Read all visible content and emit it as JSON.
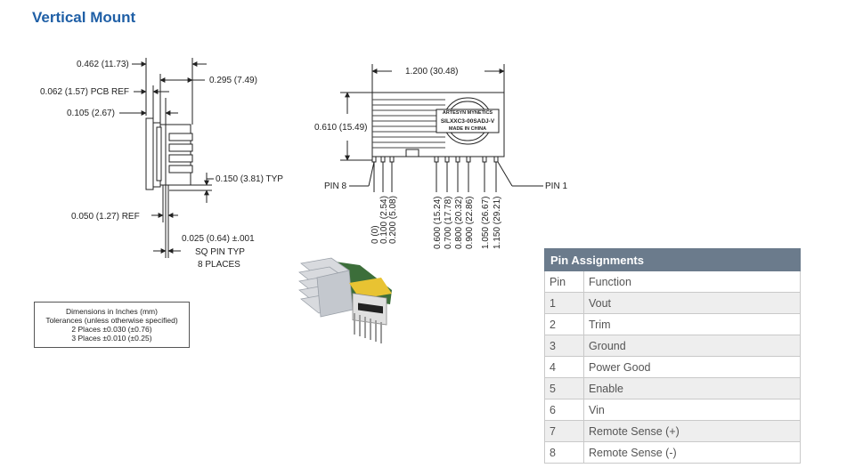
{
  "heading": "Vertical Mount",
  "side_view": {
    "dim_overall": "0.462 (11.73)",
    "dim_pcb_ref": "0.062 (1.57) PCB REF",
    "dim_0105": "0.105 (2.67)",
    "dim_0295": "0.295 (7.49)",
    "dim_0150": "0.150 (3.81) TYP",
    "dim_0050": "0.050 (1.27) REF",
    "pin_note": [
      "0.025 (0.64) ±.001",
      "SQ PIN TYP",
      "8 PLACES"
    ]
  },
  "front_view": {
    "dim_width": "1.200 (30.48)",
    "dim_height": "0.610 (15.49)",
    "pin8_label": "PIN 8",
    "pin1_label": "PIN 1",
    "label_brand": "ARTESYN    MYNETICS",
    "label_model": "SILXXC3-00SADJ-V",
    "label_origin": "MADE IN CHINA",
    "pin_positions": [
      "0 (0)",
      "0.100 (2.54)",
      "0.200 (5.08)",
      "0.600 (15.24)",
      "0.700 (17.78)",
      "0.800 (20.32)",
      "0.900 (22.86)",
      "1.050 (26.67)",
      "1.150 (29.21)"
    ]
  },
  "dimensions_note": [
    "Dimensions in Inches (mm)",
    "Tolerances (unless otherwise specified)",
    "2 Places ±0.030 (±0.76)",
    "3 Places ±0.010 (±0.25)"
  ],
  "pin_table": {
    "title": "Pin Assignments",
    "headers": [
      "Pin",
      "Function"
    ],
    "rows": [
      [
        "1",
        "Vout"
      ],
      [
        "2",
        "Trim"
      ],
      [
        "3",
        "Ground"
      ],
      [
        "4",
        "Power Good"
      ],
      [
        "5",
        "Enable"
      ],
      [
        "6",
        "Vin"
      ],
      [
        "7",
        "Remote Sense (+)"
      ],
      [
        "8",
        "Remote Sense (-)"
      ]
    ]
  }
}
